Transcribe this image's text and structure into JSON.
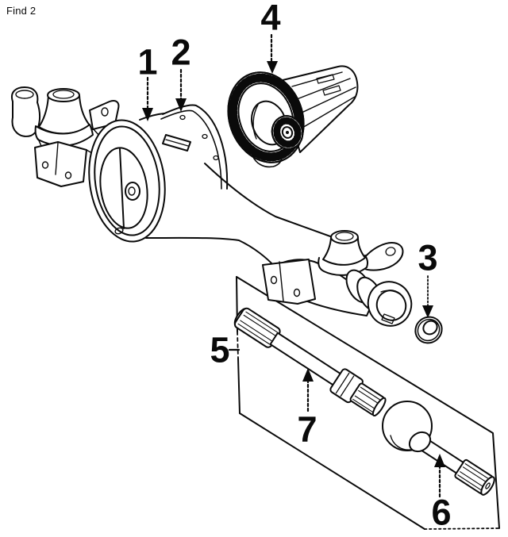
{
  "page": {
    "find_label": "Find 2"
  },
  "colors": {
    "ink": "#0a0a0a",
    "background": "#ffffff"
  },
  "callouts": [
    {
      "number": "1"
    },
    {
      "number": "2"
    },
    {
      "number": "3"
    },
    {
      "number": "4"
    },
    {
      "number": "5"
    },
    {
      "number": "6"
    },
    {
      "number": "7"
    }
  ]
}
